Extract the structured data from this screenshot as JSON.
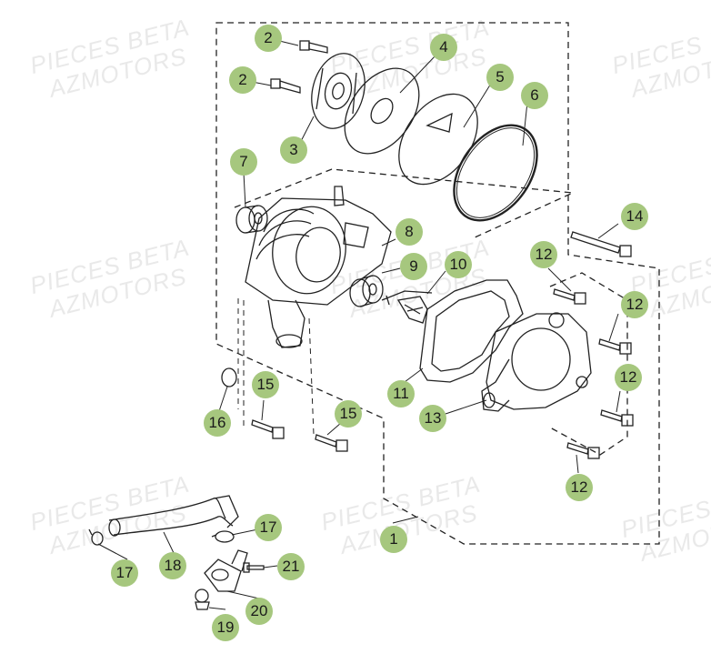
{
  "watermark": {
    "line1": "PIECES BETA",
    "line2": "AZMOTORS"
  },
  "callouts": [
    {
      "id": "c2a",
      "label": "2"
    },
    {
      "id": "c2b",
      "label": "2"
    },
    {
      "id": "c3",
      "label": "3"
    },
    {
      "id": "c4",
      "label": "4"
    },
    {
      "id": "c5",
      "label": "5"
    },
    {
      "id": "c6",
      "label": "6"
    },
    {
      "id": "c7",
      "label": "7"
    },
    {
      "id": "c8",
      "label": "8"
    },
    {
      "id": "c9",
      "label": "9"
    },
    {
      "id": "c10",
      "label": "10"
    },
    {
      "id": "c11",
      "label": "11"
    },
    {
      "id": "c12a",
      "label": "12"
    },
    {
      "id": "c12b",
      "label": "12"
    },
    {
      "id": "c12c",
      "label": "12"
    },
    {
      "id": "c12d",
      "label": "12"
    },
    {
      "id": "c13",
      "label": "13"
    },
    {
      "id": "c14",
      "label": "14"
    },
    {
      "id": "c15a",
      "label": "15"
    },
    {
      "id": "c15b",
      "label": "15"
    },
    {
      "id": "c16",
      "label": "16"
    },
    {
      "id": "c1",
      "label": "1"
    },
    {
      "id": "c17a",
      "label": "17"
    },
    {
      "id": "c17b",
      "label": "17"
    },
    {
      "id": "c18",
      "label": "18"
    },
    {
      "id": "c19",
      "label": "19"
    },
    {
      "id": "c20",
      "label": "20"
    },
    {
      "id": "c21",
      "label": "21"
    }
  ],
  "colors": {
    "callout_fill": "#a6c77e",
    "line": "#222222",
    "watermark": "#e9e9e9"
  }
}
